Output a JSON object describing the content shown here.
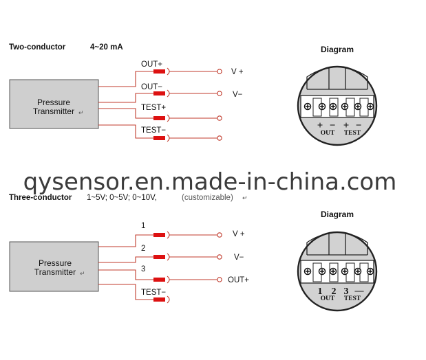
{
  "colors": {
    "wire": "#c0392b",
    "connector": "#dd1111",
    "box_fill": "#cfcfcf",
    "diagram_fill": "#d2d2d2"
  },
  "two_conductor": {
    "title": "Two-conductor",
    "range": "4~20 mA",
    "box_line1": "Pressure",
    "box_line2": "Transmitter",
    "box_mark": "↵",
    "wires": [
      "OUT+",
      "OUT−",
      "TEST+",
      "TEST−"
    ],
    "terminals": [
      "V +",
      "V−"
    ],
    "diagram_label": "Diagram",
    "pin_marks": [
      "+",
      "−",
      "+",
      "−"
    ],
    "pin_groups": [
      "OUT",
      "TEST"
    ]
  },
  "watermark": "qysensor.en.made-in-china.com",
  "three_conductor": {
    "title": "Three-conductor",
    "ranges": "1~5V;  0~5V;   0~10V, ",
    "custom": "(customizable)",
    "mark": "↵",
    "box_line1": "Pressure",
    "box_line2": "Transmitter",
    "box_mark": "↵",
    "wires": [
      "1",
      "2",
      "3",
      "TEST−"
    ],
    "terminals": [
      "V +",
      "V−",
      "OUT+"
    ],
    "diagram_label": "Diagram",
    "pin_marks": [
      "1",
      "2",
      "3",
      "—"
    ],
    "pin_groups": [
      "OUT",
      "TEST"
    ]
  }
}
